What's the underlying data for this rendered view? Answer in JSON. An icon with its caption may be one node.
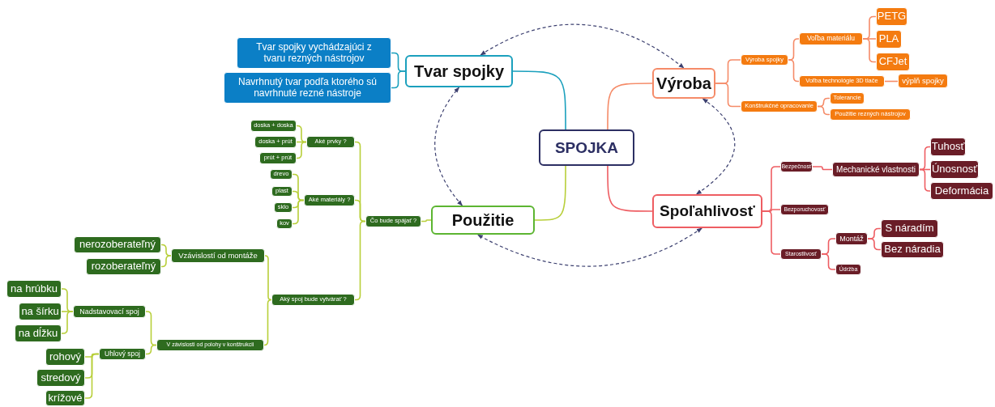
{
  "diagram": {
    "nodes": [
      {
        "text": [
          "SPOJKA"
        ]
      },
      {
        "text": [
          "Tvar spojky"
        ]
      },
      {
        "text": [
          "Tvar spojky vychádzajúci z tvaru rezných nástrojov"
        ]
      },
      {
        "text": [
          "Navrhnutý tvar podľa ktorého sú navrhnuté rezné nástroje"
        ]
      },
      {
        "text": [
          "Výroba"
        ]
      },
      {
        "text": [
          "Výroba spojky"
        ]
      },
      {
        "text": [
          "Voľba materiálu"
        ]
      },
      {
        "text": [
          "PETG"
        ]
      },
      {
        "text": [
          "PLA"
        ]
      },
      {
        "text": [
          "CFJet"
        ]
      },
      {
        "text": [
          "Voľba technológie 3D tlače"
        ]
      },
      {
        "text": [
          "výplň spojky"
        ]
      },
      {
        "text": [
          "Konštrukčné opracovanie"
        ]
      },
      {
        "text": [
          "Tolerancie"
        ]
      },
      {
        "text": [
          "Použitie rezných nástrojov"
        ]
      },
      {
        "text": [
          "Spoľahlivosť"
        ]
      },
      {
        "text": [
          "Bezpečnosť"
        ]
      },
      {
        "text": [
          "Mechanické vlastnosti"
        ]
      },
      {
        "text": [
          "Tuhosť"
        ]
      },
      {
        "text": [
          "Únosnosť"
        ]
      },
      {
        "text": [
          "Deformácia"
        ]
      },
      {
        "text": [
          "Bezporuchovosť"
        ]
      },
      {
        "text": [
          "Starostlivosť"
        ]
      },
      {
        "text": [
          "Montáž"
        ]
      },
      {
        "text": [
          "S  náradím"
        ]
      },
      {
        "text": [
          "Bez náradia"
        ]
      },
      {
        "text": [
          "Údržba"
        ]
      },
      {
        "text": [
          "Použitie"
        ]
      },
      {
        "text": [
          "Čo bude spájať ?"
        ]
      },
      {
        "text": [
          "Aké prvky ?"
        ]
      },
      {
        "text": [
          "doska + doska"
        ]
      },
      {
        "text": [
          "doska + prút"
        ]
      },
      {
        "text": [
          "prút + prút"
        ]
      },
      {
        "text": [
          "Aké materiály ?"
        ]
      },
      {
        "text": [
          "drevo"
        ]
      },
      {
        "text": [
          "plast"
        ]
      },
      {
        "text": [
          "sklo"
        ]
      },
      {
        "text": [
          "kov"
        ]
      },
      {
        "text": [
          "Aký spoj bude vytvárať ?"
        ]
      },
      {
        "text": [
          "Vzávislostí od montáže"
        ]
      },
      {
        "text": [
          "nerozoberateľný"
        ]
      },
      {
        "text": [
          "rozoberateľný"
        ]
      },
      {
        "text": [
          "V závislosti od polohy v konštrukcii"
        ]
      },
      {
        "text": [
          "Nadstavovací spoj"
        ]
      },
      {
        "text": [
          "na hrúbku"
        ]
      },
      {
        "text": [
          "na šírku"
        ]
      },
      {
        "text": [
          "na dĺžku"
        ]
      },
      {
        "text": [
          "Uhlový spoj"
        ]
      },
      {
        "text": [
          "rohový"
        ]
      },
      {
        "text": [
          "stredový"
        ]
      },
      {
        "text": [
          "krížové"
        ]
      }
    ],
    "edges": [
      {
        "from": 0,
        "to": 1,
        "arrow": "none",
        "color": "#1ba0bd"
      },
      {
        "from": 1,
        "to": 2,
        "arrow": "none",
        "color": "#1ba0bd"
      },
      {
        "from": 1,
        "to": 3,
        "arrow": "none",
        "color": "#1ba0bd"
      },
      {
        "from": 0,
        "to": 4,
        "arrow": "none",
        "color": "#f58b68"
      },
      {
        "from": 4,
        "to": 5,
        "arrow": "none",
        "color": "#f58b68"
      },
      {
        "from": 5,
        "to": 6,
        "arrow": "none",
        "color": "#f58b68"
      },
      {
        "from": 6,
        "to": 7,
        "arrow": "none",
        "color": "#f58b68"
      },
      {
        "from": 6,
        "to": 8,
        "arrow": "none",
        "color": "#f58b68"
      },
      {
        "from": 6,
        "to": 9,
        "arrow": "none",
        "color": "#f58b68"
      },
      {
        "from": 5,
        "to": 10,
        "arrow": "none",
        "color": "#f58b68"
      },
      {
        "from": 10,
        "to": 11,
        "arrow": "none",
        "color": "#f58b68"
      },
      {
        "from": 4,
        "to": 12,
        "arrow": "none",
        "color": "#f58b68"
      },
      {
        "from": 12,
        "to": 13,
        "arrow": "none",
        "color": "#f58b68"
      },
      {
        "from": 12,
        "to": 14,
        "arrow": "none",
        "color": "#f58b68"
      },
      {
        "from": 0,
        "to": 15,
        "arrow": "none",
        "color": "#ee5d62"
      },
      {
        "from": 15,
        "to": 16,
        "arrow": "none",
        "color": "#ee5d62"
      },
      {
        "from": 16,
        "to": 17,
        "arrow": "none",
        "color": "#ee5d62"
      },
      {
        "from": 17,
        "to": 18,
        "arrow": "none",
        "color": "#ee5d62"
      },
      {
        "from": 17,
        "to": 19,
        "arrow": "none",
        "color": "#ee5d62"
      },
      {
        "from": 17,
        "to": 20,
        "arrow": "none",
        "color": "#ee5d62"
      },
      {
        "from": 15,
        "to": 21,
        "arrow": "none",
        "color": "#ee5d62"
      },
      {
        "from": 15,
        "to": 22,
        "arrow": "none",
        "color": "#ee5d62"
      },
      {
        "from": 22,
        "to": 23,
        "arrow": "none",
        "color": "#ee5d62"
      },
      {
        "from": 23,
        "to": 24,
        "arrow": "none",
        "color": "#ee5d62"
      },
      {
        "from": 23,
        "to": 25,
        "arrow": "none",
        "color": "#ee5d62"
      },
      {
        "from": 22,
        "to": 26,
        "arrow": "none",
        "color": "#ee5d62"
      },
      {
        "from": 0,
        "to": 27,
        "arrow": "none"
      },
      {
        "from": 27,
        "to": 28,
        "arrow": "none"
      },
      {
        "from": 28,
        "to": 29,
        "arrow": "none"
      },
      {
        "from": 29,
        "to": 30,
        "arrow": "none"
      },
      {
        "from": 29,
        "to": 31,
        "arrow": "none"
      },
      {
        "from": 29,
        "to": 32,
        "arrow": "none"
      },
      {
        "from": 28,
        "to": 33,
        "arrow": "none"
      },
      {
        "from": 33,
        "to": 34,
        "arrow": "none"
      },
      {
        "from": 33,
        "to": 35,
        "arrow": "none"
      },
      {
        "from": 33,
        "to": 36,
        "arrow": "none"
      },
      {
        "from": 33,
        "to": 37,
        "arrow": "none"
      },
      {
        "from": 28,
        "to": 38,
        "arrow": "none"
      },
      {
        "from": 38,
        "to": 39,
        "arrow": "none"
      },
      {
        "from": 39,
        "to": 40,
        "arrow": "none"
      },
      {
        "from": 39,
        "to": 41,
        "arrow": "none"
      },
      {
        "from": 38,
        "to": 42,
        "arrow": "none"
      },
      {
        "from": 42,
        "to": 43,
        "arrow": "none"
      },
      {
        "from": 43,
        "to": 44,
        "arrow": "none"
      },
      {
        "from": 43,
        "to": 45,
        "arrow": "none"
      },
      {
        "from": 43,
        "to": 46,
        "arrow": "none"
      },
      {
        "from": 42,
        "to": 47,
        "arrow": "none"
      },
      {
        "from": 47,
        "to": 48,
        "arrow": "none"
      },
      {
        "from": 47,
        "to": 49,
        "arrow": "none"
      },
      {
        "from": 47,
        "to": 50,
        "arrow": "none"
      },
      {
        "from": 1,
        "to": 4,
        "arrow": "both",
        "style": "dashed",
        "color": "#3d4170"
      },
      {
        "from": 4,
        "to": 15,
        "arrow": "both",
        "style": "dashed",
        "color": "#3d4170"
      },
      {
        "from": 15,
        "to": 27,
        "arrow": "both",
        "style": "dashed",
        "color": "#3d4170"
      },
      {
        "from": 27,
        "to": 1,
        "arrow": "both",
        "style": "dashed",
        "color": "#3d4170"
      }
    ]
  }
}
